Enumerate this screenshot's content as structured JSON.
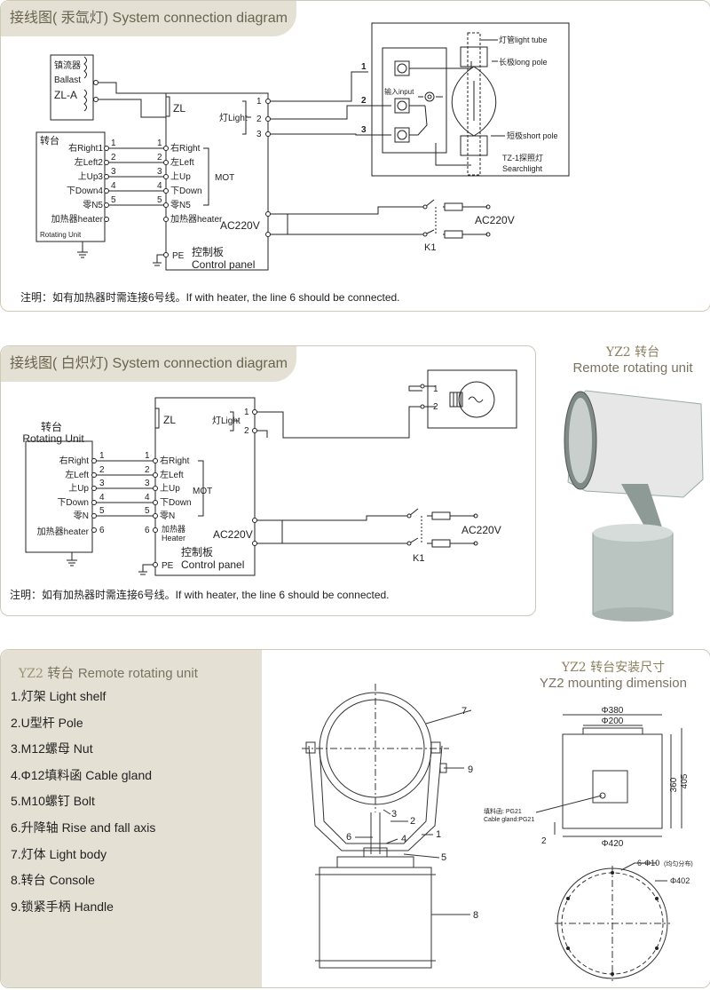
{
  "panel1": {
    "title": "接线图( 汞氙灯) System connection diagram",
    "ballast": {
      "cn": "镇流器",
      "en": "Ballast",
      "model": "ZL-A"
    },
    "rotating": {
      "cn": "转台",
      "en": "Rotating Unit"
    },
    "rot_pins": [
      "右Right1",
      "左Left2",
      "上Up3",
      "下Down4",
      "零N5",
      "加热器heater"
    ],
    "pin_nums": [
      "1",
      "2",
      "3",
      "4",
      "5"
    ],
    "cp_pins": [
      "右Right",
      "左Left",
      "上Up",
      "下Down",
      "零N5",
      "加热器heater"
    ],
    "mot": "MOT",
    "zl": "ZL",
    "light": "灯Light",
    "light_pins": [
      "1",
      "2",
      "3"
    ],
    "ac": "AC220V",
    "pe": "PE",
    "cp_cn": "控制板",
    "cp_en": "Control panel",
    "k1": "K1",
    "ac_out": "AC220V",
    "wire_nums": [
      "1",
      "2",
      "3"
    ],
    "input": "输入input",
    "tube": "灯管light tube",
    "long_pole": "长极long pole",
    "short_pole": "短极short pole",
    "search1": "TZ-1探照灯",
    "search2": "Searchlight",
    "note": "注明：如有加热器时需连接6号线。If with heater, the line 6 should be connected."
  },
  "panel2": {
    "title": "接线图( 白炽灯) System connection diagram",
    "rotating_cn": "转台",
    "rotating_en": "Rotating Unit",
    "rot_pins": [
      "右Right",
      "左Left",
      "上Up",
      "下Down",
      "零N",
      "加热器heater"
    ],
    "pin_nums": [
      "1",
      "2",
      "3",
      "4",
      "5",
      "6"
    ],
    "cp_pins": [
      "右Right",
      "左Left",
      "上Up",
      "下Down",
      "零N"
    ],
    "heater_cn": "加热器",
    "heater_en": "Heater",
    "mot": "MOT",
    "zl": "ZL",
    "light": "灯Light",
    "light_pins": [
      "1",
      "2"
    ],
    "ac": "AC220V",
    "pe": "PE",
    "cp_cn": "控制板",
    "cp_en": "Control panel",
    "k1": "K1",
    "ac_out": "AC220V",
    "bulb_pins": [
      "1",
      "2"
    ],
    "note": "注明：如有加热器时需连接6号线。If with heater, the line 6 should be connected."
  },
  "photo": {
    "title_cn": "YZ2 转台",
    "title_en": "Remote rotating unit"
  },
  "panel3": {
    "title_model": "YZ2",
    "title_cn": "转台",
    "title_en": "Remote rotating unit",
    "parts": [
      "1.灯架 Light shelf",
      "2.U型杆  Pole",
      "3.M12螺母 Nut",
      "4.Φ12填料函 Cable gland",
      "5.M10螺钉 Bolt",
      "6.升降轴 Rise and fall axis",
      "7.灯体 Light body",
      "8.转台 Console",
      "9.锁紧手柄 Handle"
    ],
    "callouts": [
      "7",
      "9",
      "3",
      "2",
      "6",
      "4",
      "1",
      "5",
      "8"
    ],
    "mount_cn": "YZ2 转台安装尺寸",
    "mount_en": "YZ2 mounting dimension",
    "dims": {
      "d380": "Φ380",
      "d200": "Φ200",
      "d420": "Φ420",
      "h360": "360",
      "h405": "405",
      "two": "2",
      "gland_cn": "填料函: PG21",
      "gland_en": "Cable gland:PG21",
      "holes": "6-Φ10",
      "holes_note": "(均匀分布)",
      "d402": "Φ402"
    }
  },
  "colors": {
    "tab": "#e4e1d4",
    "border": "#cfcab8",
    "title_text": "#6a6350",
    "rotator_body": "#b9c3c0"
  }
}
